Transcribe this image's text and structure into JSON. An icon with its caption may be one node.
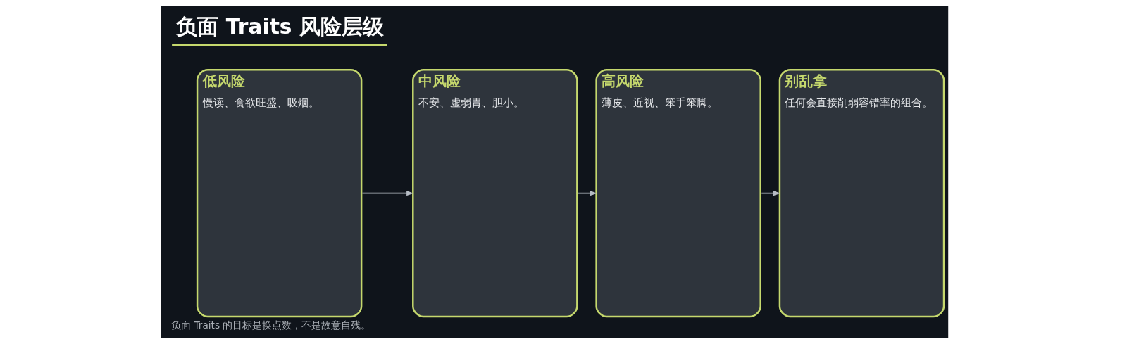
{
  "diagram": {
    "title": "负面 Traits 风险层级",
    "caption": "负面 Traits 的目标是换点数，不是故意自残。",
    "nodes": [
      {
        "text": [
          "低风险",
          "慢读、食欲旺盛、吸烟。"
        ]
      },
      {
        "text": [
          "中风险",
          "不安、虚弱胃、胆小。"
        ]
      },
      {
        "text": [
          "高风险",
          "薄皮、近视、笨手笨脚。"
        ]
      },
      {
        "text": [
          "别乱拿",
          "任何会直接削弱容错率的组合。"
        ]
      }
    ],
    "edges": [
      {
        "from": 0,
        "to": 1,
        "arrow": "to"
      },
      {
        "from": 1,
        "to": 2,
        "arrow": "to"
      },
      {
        "from": 2,
        "to": 3,
        "arrow": "to"
      }
    ]
  }
}
